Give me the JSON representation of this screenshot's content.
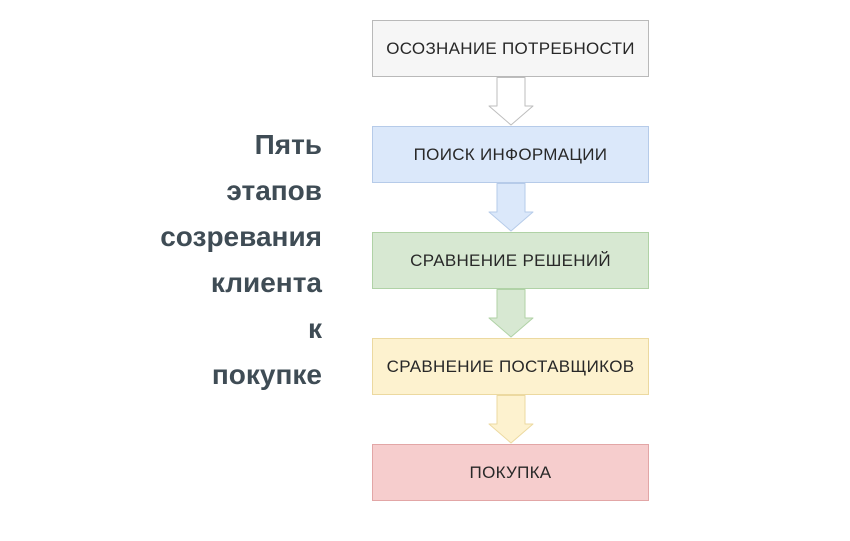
{
  "title": {
    "lines": [
      "Пять",
      "этапов",
      "созревания",
      "клиента",
      "к",
      "покупке"
    ],
    "color": "#3f4c55"
  },
  "flow": {
    "text_color": "#282828",
    "stages": [
      {
        "label": "ОСОЗНАНИЕ ПОТРЕБНОСТИ",
        "fill": "#f6f6f6",
        "border": "#b9b9b9"
      },
      {
        "label": "ПОИСК ИНФОРМАЦИИ",
        "fill": "#dbe8fa",
        "border": "#b6cbe9"
      },
      {
        "label": "СРАВНЕНИЕ РЕШЕНИЙ",
        "fill": "#d7e8d2",
        "border": "#b0d2a6"
      },
      {
        "label": "СРАВНЕНИЕ ПОСТАВЩИКОВ",
        "fill": "#fdf2cf",
        "border": "#ecd9a0"
      },
      {
        "label": "ПОКУПКА",
        "fill": "#f6cdcd",
        "border": "#e2a6a6"
      }
    ],
    "arrows": [
      {
        "fill": "#ffffff",
        "border": "#bdbdbd"
      },
      {
        "fill": "#dbe8fa",
        "border": "#b6cbe9"
      },
      {
        "fill": "#d7e8d2",
        "border": "#b0d2a6"
      },
      {
        "fill": "#fdf2cf",
        "border": "#ecd9a0"
      }
    ]
  }
}
